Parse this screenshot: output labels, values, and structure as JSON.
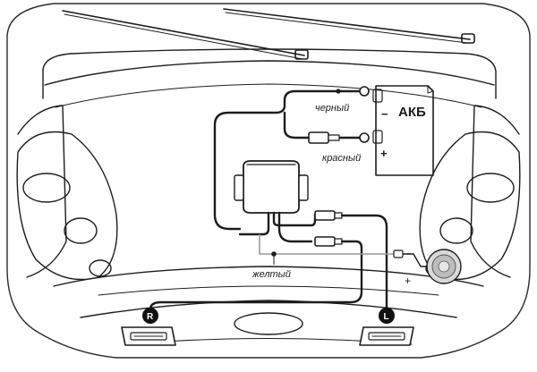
{
  "labels": {
    "battery": "АКБ",
    "black_wire": "черный",
    "red_wire": "красный",
    "yellow_wire": "желтый",
    "right_marker": "R",
    "left_marker": "L",
    "minus": "−",
    "plus": "+",
    "plus_small": "+"
  },
  "colors": {
    "line": "#1d1d1d",
    "yellow_wire_gray": "#9a9a9a",
    "badge": "#111111"
  }
}
